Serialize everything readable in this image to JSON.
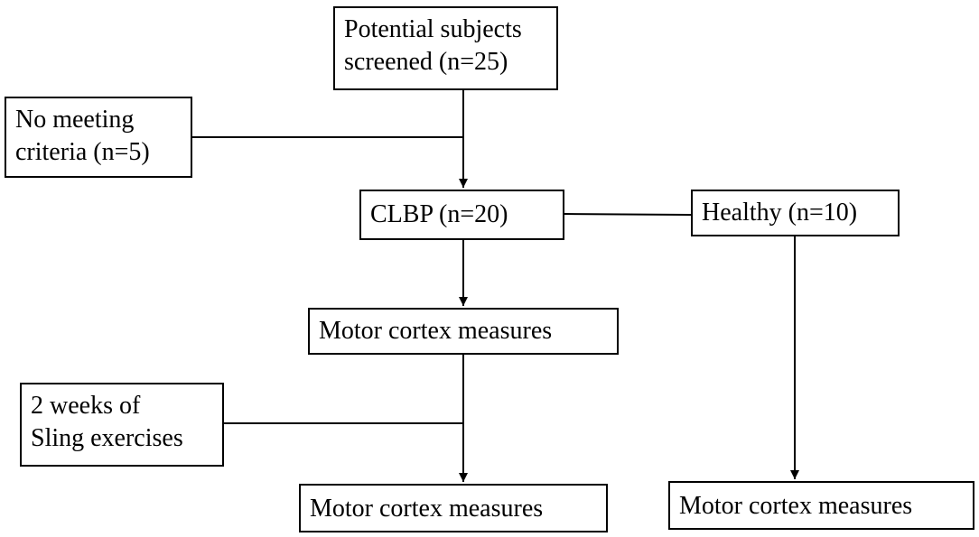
{
  "diagram": {
    "screened": {
      "line1": "Potential subjects",
      "line2": "screened (n=25)"
    },
    "excluded": {
      "line1": "No meeting",
      "line2": "criteria (n=5)"
    },
    "clbp": {
      "label": "CLBP (n=20)"
    },
    "healthy": {
      "label": "Healthy (n=10)"
    },
    "clbp_measures_pre": {
      "label": "Motor cortex measures"
    },
    "intervention": {
      "line1": "2 weeks of",
      "line2": "Sling exercises"
    },
    "clbp_measures_post": {
      "label": "Motor cortex measures"
    },
    "healthy_measures": {
      "label": "Motor cortex measures"
    }
  }
}
